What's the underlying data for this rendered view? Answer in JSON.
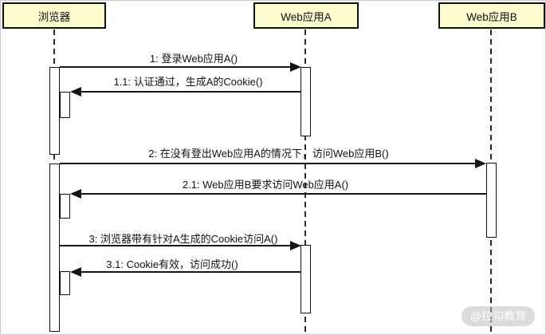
{
  "actors": [
    {
      "name": "浏览器"
    },
    {
      "name": "Web应用A"
    },
    {
      "name": "Web应用B"
    }
  ],
  "messages": [
    {
      "label": "1: 登录Web应用A()",
      "from": "浏览器",
      "to": "Web应用A",
      "direction": "right"
    },
    {
      "label": "1.1: 认证通过，生成A的Cookie()",
      "from": "Web应用A",
      "to": "浏览器",
      "direction": "left"
    },
    {
      "label": "2: 在没有登出Web应用A的情况下，访问Web应用B()",
      "from": "浏览器",
      "to": "Web应用B",
      "direction": "right"
    },
    {
      "label": "2.1: Web应用B要求访问Web应用A()",
      "from": "Web应用B",
      "to": "浏览器",
      "direction": "left"
    },
    {
      "label": "3: 浏览器带有针对A生成的Cookie访问A()",
      "from": "浏览器",
      "to": "Web应用A",
      "direction": "right"
    },
    {
      "label": "3.1: Cookie有效，访问成功()",
      "from": "Web应用A",
      "to": "浏览器",
      "direction": "left"
    }
  ],
  "watermark": {
    "text": "@拉勾教育"
  },
  "colors": {
    "actor_fill": "#fbfbce",
    "actor_border": "#111111",
    "line": "#161616",
    "background": "#ffffff"
  }
}
